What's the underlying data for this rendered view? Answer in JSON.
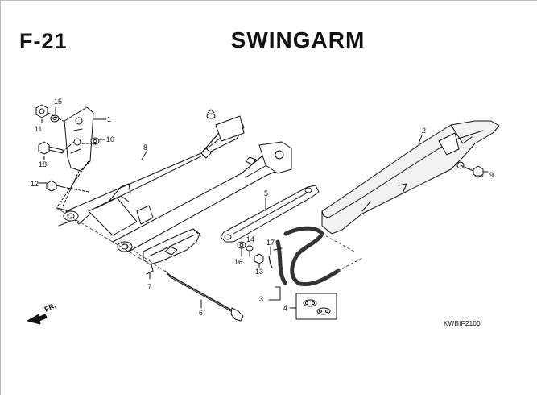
{
  "header": {
    "section_code": "F-21",
    "title": "SWINGARM"
  },
  "diagram_ref": "KWBIF2100",
  "direction_indicator": "FR.",
  "callouts": {
    "c1": "1",
    "c2": "2",
    "c3": "3",
    "c4": "4",
    "c5": "5",
    "c6": "6",
    "c7": "7",
    "c8": "8",
    "c9": "9",
    "c10": "10",
    "c11": "11",
    "c12": "12",
    "c13": "13",
    "c14": "14",
    "c15": "15",
    "c16": "16",
    "c17": "17",
    "c18": "18"
  },
  "colors": {
    "line": "#111111",
    "shade": "#e6e6e6",
    "background": "#ffffff"
  }
}
